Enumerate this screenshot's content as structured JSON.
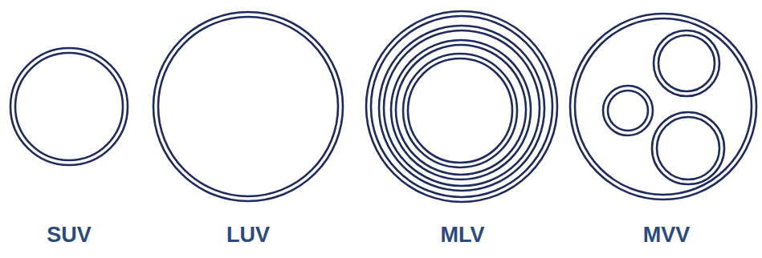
{
  "diagram": {
    "labels": [
      "SUV",
      "LUV",
      "MLV",
      "MVV"
    ]
  }
}
